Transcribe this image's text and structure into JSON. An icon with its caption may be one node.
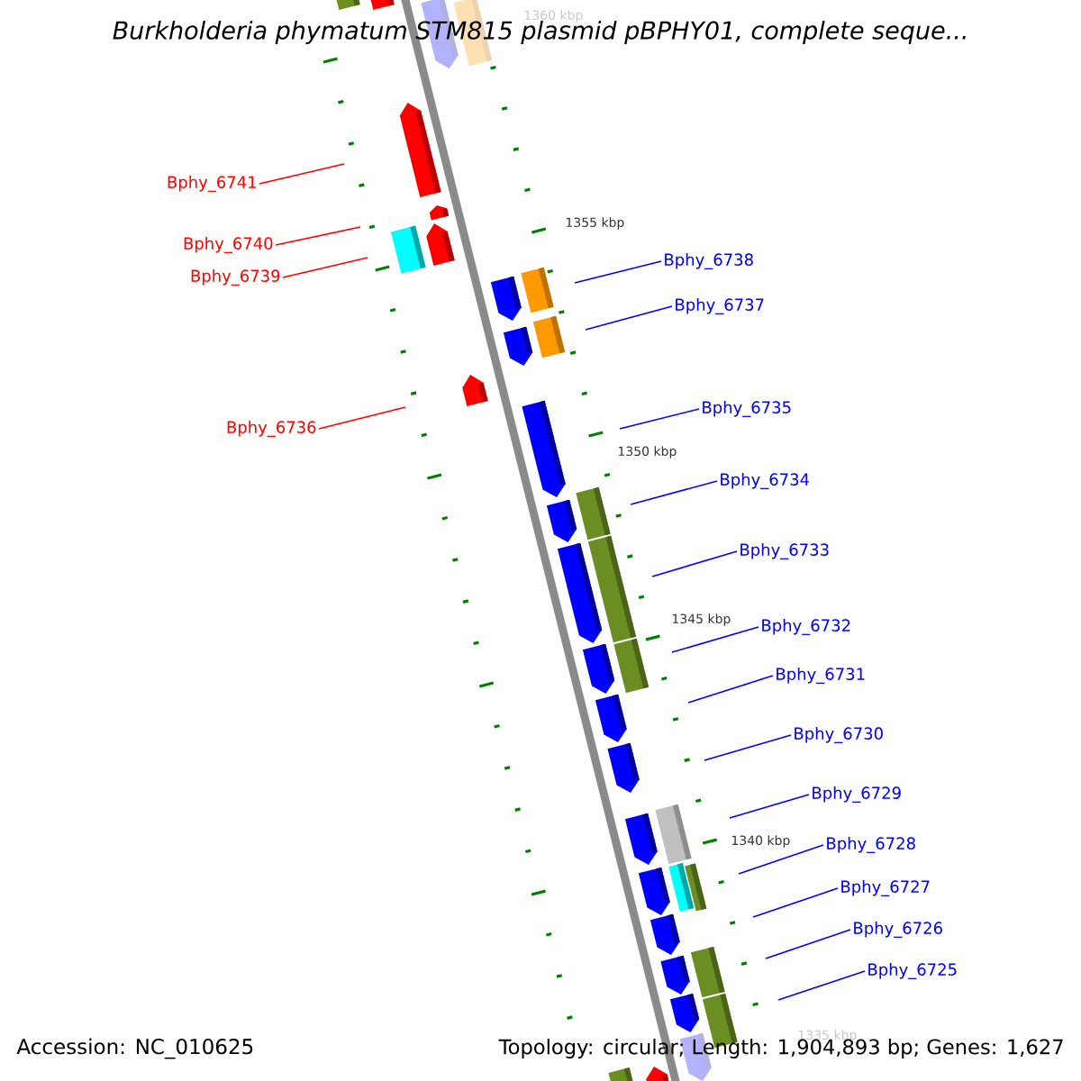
{
  "diagram": {
    "title": "Burkholderia phymatum STM815 plasmid pBPHY01, complete seque...",
    "nodes": [
      {
        "text": [
          "Bphy_6741"
        ]
      },
      {
        "text": [
          "Bphy_6740"
        ]
      },
      {
        "text": [
          "Bphy_6739"
        ]
      },
      {
        "text": [
          "Bphy_6736"
        ]
      },
      {
        "text": [
          "Bphy_6738"
        ]
      },
      {
        "text": [
          "Bphy_6737"
        ]
      },
      {
        "text": [
          "Bphy_6735"
        ]
      },
      {
        "text": [
          "Bphy_6734"
        ]
      },
      {
        "text": [
          "Bphy_6733"
        ]
      },
      {
        "text": [
          "Bphy_6732"
        ]
      },
      {
        "text": [
          "Bphy_6731"
        ]
      },
      {
        "text": [
          "Bphy_6730"
        ]
      },
      {
        "text": [
          "Bphy_6729"
        ]
      },
      {
        "text": [
          "Bphy_6728"
        ]
      },
      {
        "text": [
          "Bphy_6727"
        ]
      },
      {
        "text": [
          "Bphy_6726"
        ]
      },
      {
        "text": [
          "Bphy_6725"
        ]
      }
    ],
    "edges": [
      {
        "from": 0,
        "to": null,
        "arrow": "none",
        "color": "#ff0000"
      },
      {
        "from": 1,
        "to": null,
        "arrow": "none",
        "color": "#ff0000"
      },
      {
        "from": 2,
        "to": null,
        "arrow": "none",
        "color": "#ff0000"
      },
      {
        "from": 3,
        "to": null,
        "arrow": "none",
        "color": "#ff0000"
      },
      {
        "from": 4,
        "to": null,
        "arrow": "none"
      },
      {
        "from": 5,
        "to": null,
        "arrow": "none"
      },
      {
        "from": 6,
        "to": null,
        "arrow": "none"
      },
      {
        "from": 7,
        "to": null,
        "arrow": "none"
      },
      {
        "from": 8,
        "to": null,
        "arrow": "none"
      },
      {
        "from": 9,
        "to": null,
        "arrow": "none"
      },
      {
        "from": 10,
        "to": null,
        "arrow": "none"
      },
      {
        "from": 11,
        "to": null,
        "arrow": "none"
      },
      {
        "from": 12,
        "to": null,
        "arrow": "none"
      },
      {
        "from": 13,
        "to": null,
        "arrow": "none"
      },
      {
        "from": 14,
        "to": null,
        "arrow": "none"
      },
      {
        "from": 15,
        "to": null,
        "arrow": "none"
      },
      {
        "from": 16,
        "to": null,
        "arrow": "none"
      }
    ],
    "labels": [
      "1360 kbp",
      "1355 kbp",
      "1350 kbp",
      "1345 kbp",
      "1340 kbp",
      "1335 kbp",
      "Accession: NC_010625",
      "Topology: circular; Length: 1,904,893 bp; Genes: 1,627"
    ]
  }
}
